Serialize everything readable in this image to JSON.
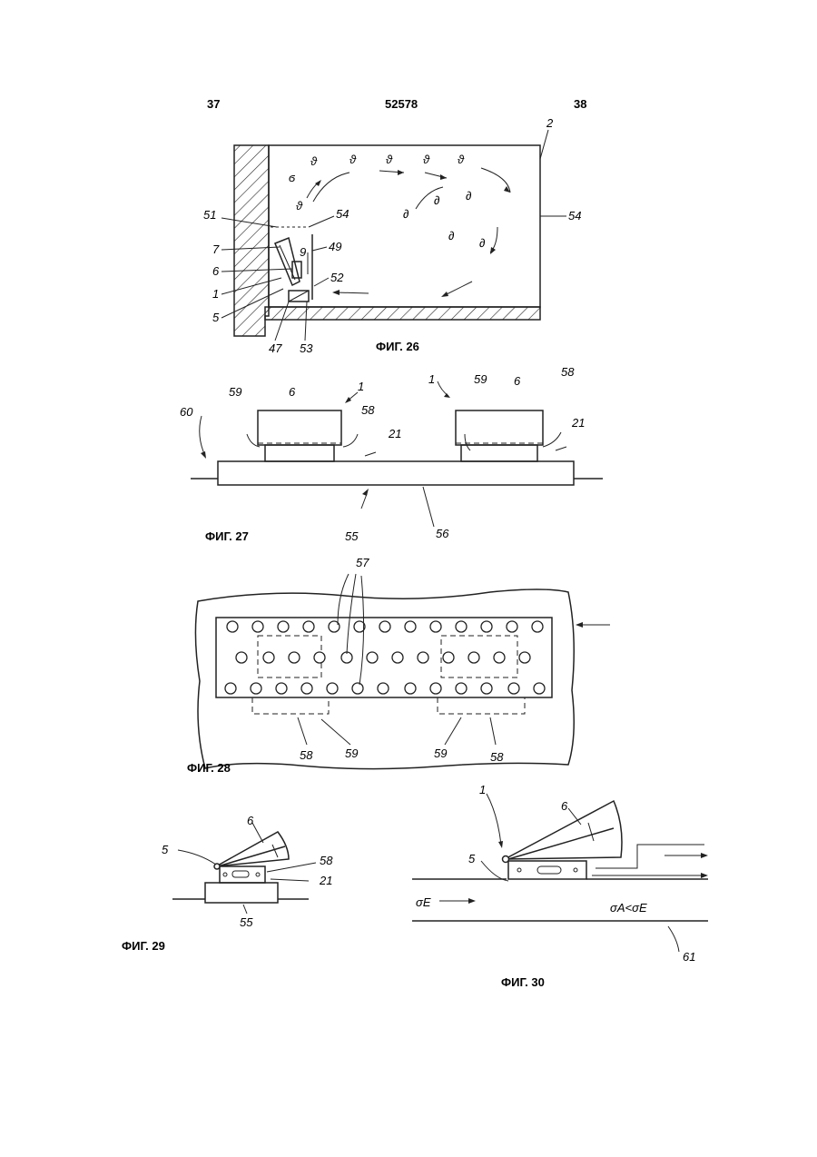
{
  "header": {
    "left_page": "37",
    "doc_number": "52578",
    "right_page": "38"
  },
  "figures": [
    {
      "caption": "ФИГ. 26",
      "labels": [
        "2",
        "54",
        "51",
        "54",
        "7",
        "49",
        "6",
        "52",
        "1",
        "5",
        "47",
        "53"
      ]
    },
    {
      "caption": "ФИГ. 27",
      "labels": [
        "59",
        "6",
        "1",
        "58",
        "60",
        "21",
        "1",
        "59",
        "6",
        "58",
        "21",
        "55",
        "56"
      ]
    },
    {
      "caption": "ФИГ. 28",
      "labels": [
        "57",
        "58",
        "59",
        "59",
        "58"
      ]
    },
    {
      "caption": "ФИГ. 29",
      "labels": [
        "6",
        "5",
        "58",
        "21",
        "55"
      ]
    },
    {
      "caption": "ФИГ. 30",
      "labels": [
        "1",
        "6",
        "5",
        "σE",
        "σA<σE",
        "61"
      ]
    }
  ]
}
